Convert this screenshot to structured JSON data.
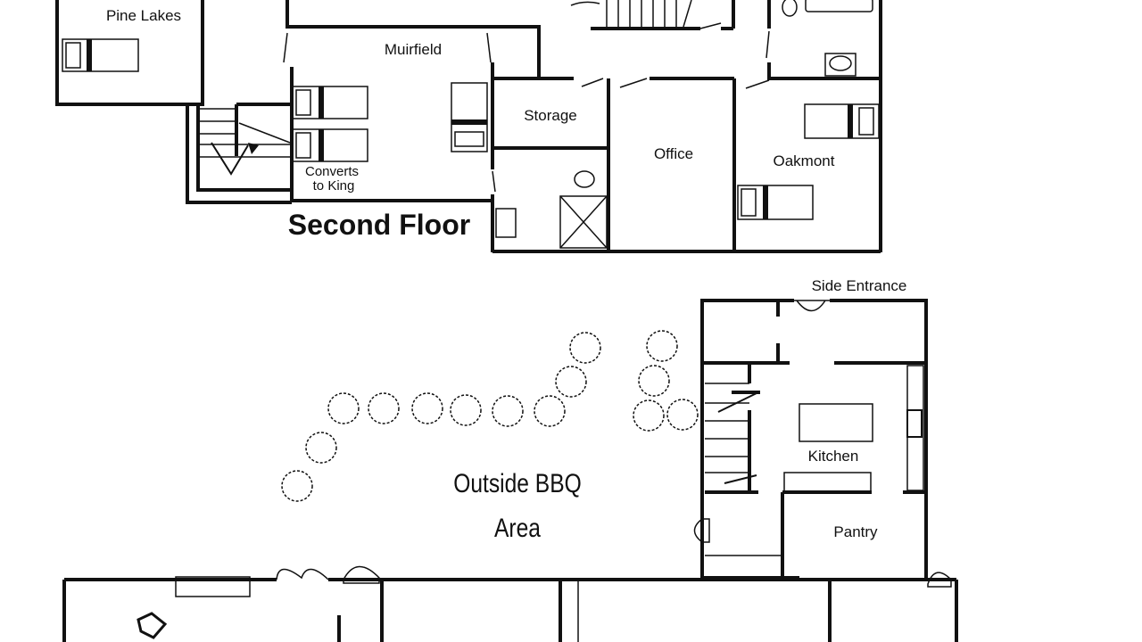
{
  "floor_plan": {
    "second_floor": {
      "title": "Second Floor",
      "rooms": {
        "pine_lakes": "Pine Lakes",
        "muirfield": "Muirfield",
        "muirfield_note_1": "Converts",
        "muirfield_note_2": "to King",
        "storage": "Storage",
        "office": "Office",
        "oakmont": "Oakmont"
      }
    },
    "first_floor": {
      "side_entrance": "Side Entrance",
      "kitchen": "Kitchen",
      "pantry": "Pantry",
      "outside_bbq_1": "Outside BBQ",
      "outside_bbq_2": "Area"
    }
  }
}
